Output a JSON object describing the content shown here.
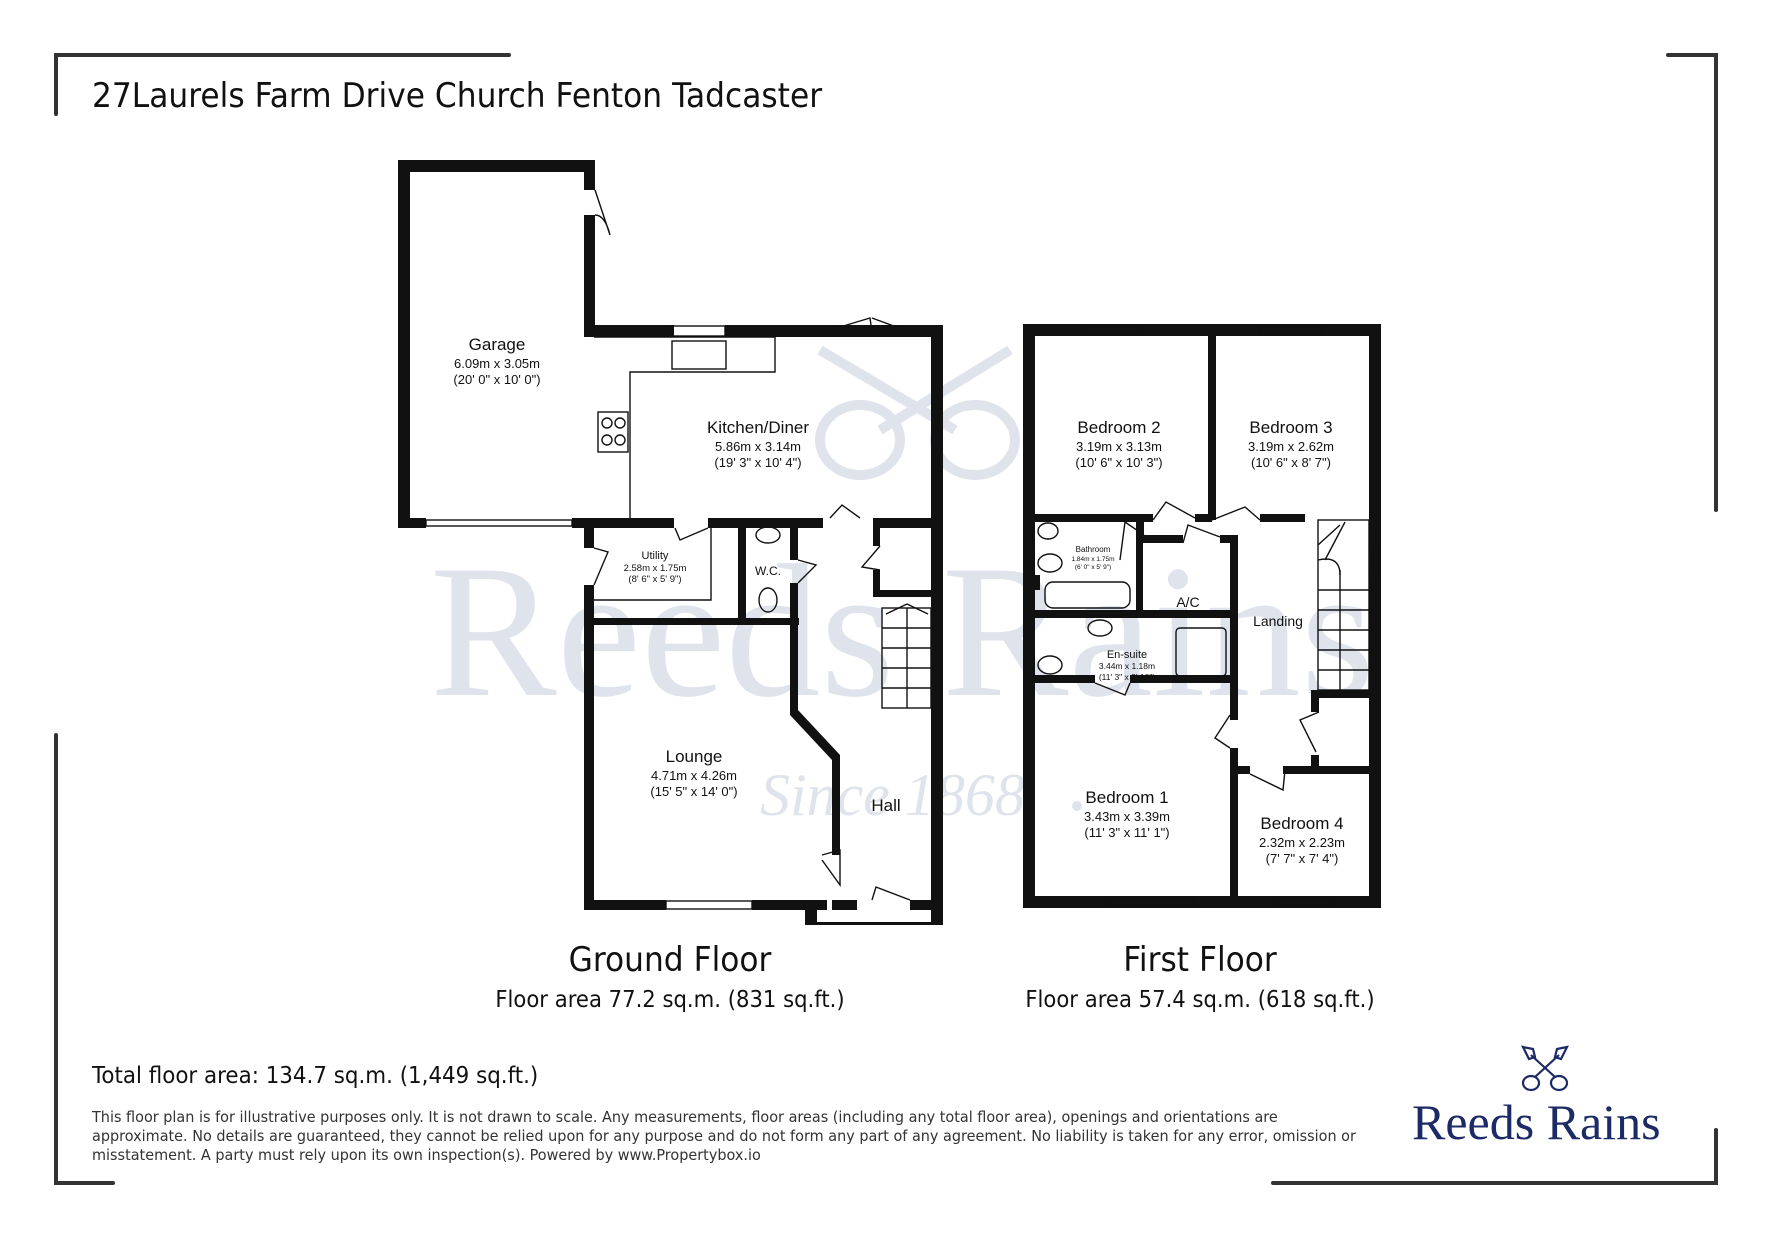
{
  "title": "27Laurels Farm Drive Church Fenton Tadcaster",
  "watermark": {
    "brand": "Reeds Rains",
    "tagline": "Since 1868"
  },
  "ground_floor": {
    "label": "Ground Floor",
    "area": "Floor area 77.2 sq.m. (831 sq.ft.)",
    "rooms": [
      {
        "name": "Garage",
        "metric": "6.09m x 3.05m",
        "imperial": "(20' 0\" x 10' 0\")"
      },
      {
        "name": "Kitchen/Diner",
        "metric": "5.86m x 3.14m",
        "imperial": "(19' 3\" x 10' 4\")"
      },
      {
        "name": "Utility",
        "metric": "2.58m x 1.75m",
        "imperial": "(8' 6\" x 5' 9\")"
      },
      {
        "name": "W.C."
      },
      {
        "name": "Lounge",
        "metric": "4.71m x 4.26m",
        "imperial": "(15' 5\" x 14' 0\")"
      },
      {
        "name": "Hall"
      }
    ]
  },
  "first_floor": {
    "label": "First Floor",
    "area": "Floor area 57.4 sq.m. (618 sq.ft.)",
    "rooms": [
      {
        "name": "Bedroom 2",
        "metric": "3.19m x 3.13m",
        "imperial": "(10' 6\" x 10' 3\")"
      },
      {
        "name": "Bedroom 3",
        "metric": "3.19m x 2.62m",
        "imperial": "(10' 6\" x 8' 7\")"
      },
      {
        "name": "Bathroom",
        "metric": "1.84m x 1.75m",
        "imperial": "(6' 0\" x 5' 9\")"
      },
      {
        "name": "A/C"
      },
      {
        "name": "Landing"
      },
      {
        "name": "En-suite",
        "metric": "3.44m x 1.18m",
        "imperial": "(11' 3\" x 3' 10\")"
      },
      {
        "name": "Bedroom 1",
        "metric": "3.43m x 3.39m",
        "imperial": "(11' 3\" x 11' 1\")"
      },
      {
        "name": "Bedroom 4",
        "metric": "2.32m x 2.23m",
        "imperial": "(7' 7\" x 7' 4\")"
      }
    ]
  },
  "total_area": "Total floor area: 134.7 sq.m. (1,449 sq.ft.)",
  "disclaimer": [
    "This floor plan is for illustrative purposes only. It is not drawn to scale. Any measurements, floor areas (including any total floor area), openings and orientations are",
    "approximate. No details are guaranteed, they cannot be relied upon for any purpose and do not form any part of any agreement. No liability is taken for any error, omission or",
    "misstatement. A party must rely upon its own inspection(s). Powered by www.Propertybox.io"
  ],
  "logo": {
    "text": "Reeds Rains",
    "icon": "crossed-keys-icon",
    "color": "#1c2a66"
  },
  "colors": {
    "wall": "#111111",
    "frame": "#333333",
    "watermark": "#dfe3ec"
  }
}
